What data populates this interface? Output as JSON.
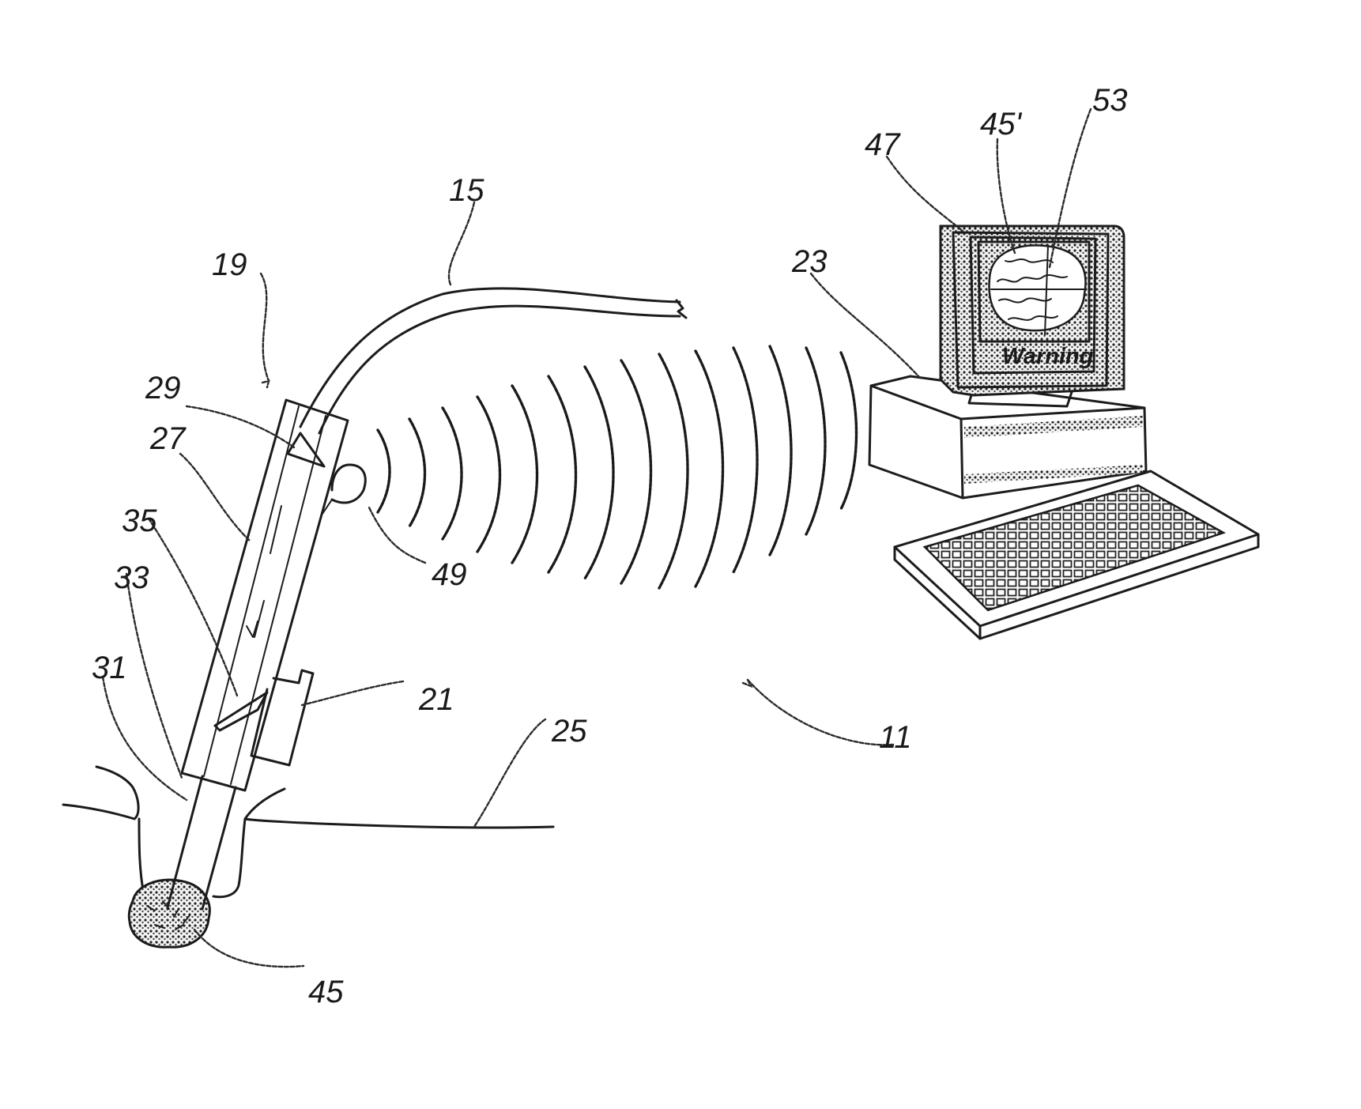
{
  "labels": {
    "r11": "11",
    "r15": "15",
    "r19": "19",
    "r21": "21",
    "r23": "23",
    "r25": "25",
    "r27": "27",
    "r29": "29",
    "r31": "31",
    "r33": "33",
    "r35": "35",
    "r45": "45",
    "r45p": "45'",
    "r47": "47",
    "r49": "49",
    "r53": "53"
  },
  "monitor": {
    "screen_text": "Warning"
  },
  "colors": {
    "ink": "#1c1c1c",
    "paper": "#ffffff"
  }
}
